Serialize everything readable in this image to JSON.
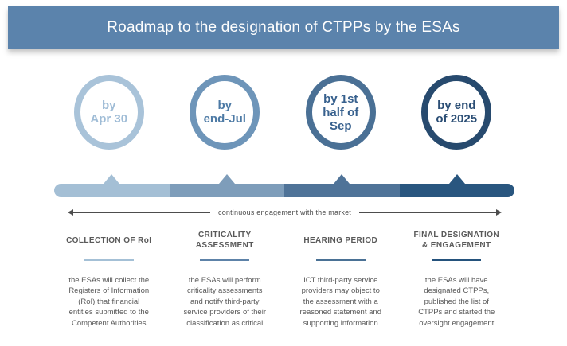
{
  "header": {
    "title": "Roadmap to the designation of CTPPs by the ESAs",
    "bg": "#5b83ac"
  },
  "timeline": {
    "engagement_label": "continuous engagement with the market",
    "milestones": [
      {
        "circle_line1": "by",
        "circle_line2": "Apr 30",
        "ring_color": "#a9c3d9",
        "text_color": "#9fbcd6",
        "segment_color": "#a4bfd5",
        "underline_color": "#a4c0d6",
        "heading": "COLLECTION OF RoI",
        "description": "the ESAs will collect the\nRegisters of Information\n(RoI) that financial\nentities submitted to the\nCompetent Authorities"
      },
      {
        "circle_line1": "by",
        "circle_line2": "end-Jul",
        "ring_color": "#6e95b9",
        "text_color": "#4d7aa5",
        "segment_color": "#7e9dba",
        "underline_color": "#5d82a8",
        "heading": "CRITICALITY ASSESSMENT",
        "description": "the ESAs will perform\ncriticality assessments\nand notify third-party\nservice providers of their\nclassification as critical"
      },
      {
        "circle_line1": "by 1st",
        "circle_line2": "half of Sep",
        "ring_color": "#4a7095",
        "text_color": "#38618e",
        "segment_color": "#4f7398",
        "underline_color": "#4a7195",
        "heading": "HEARING PERIOD",
        "description": "ICT third-party service\nproviders may object to\nthe assessment with a\nreasoned statement and\nsupporting information"
      },
      {
        "circle_line1": "by end",
        "circle_line2": "of 2025",
        "ring_color": "#274a6e",
        "text_color": "#2b4e75",
        "segment_color": "#29567f",
        "underline_color": "#24527c",
        "heading": "FINAL DESIGNATION\n& ENGAGEMENT",
        "description": "the ESAs will have\ndesignated CTPPs,\npublished the list of\nCTPPs and started the\noversight engagement"
      }
    ]
  }
}
